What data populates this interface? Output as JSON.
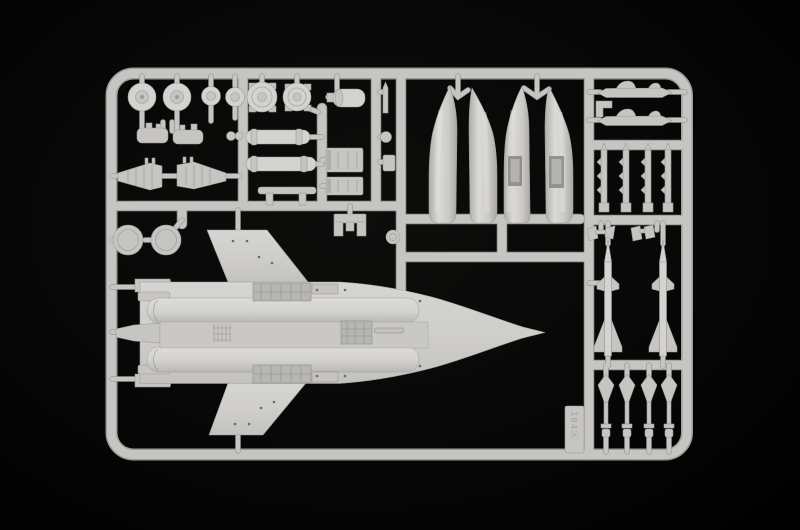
{
  "scene": {
    "description": "Photograph of a light-grey injection-moulded plastic model kit sprue on a black background, containing parts for a twin-engine jet fighter model (lower fuselage with wings, intake ducts, wheels, missiles and pylons).",
    "background": "black"
  },
  "colors": {
    "background": "#060606",
    "plastic": "#c6c5c1",
    "plastic-light": "#d4d3d0",
    "plastic-bright": "#dcdbd8",
    "plastic-dark": "#9d9c99",
    "plastic-deep": "#82817d"
  },
  "sprue": {
    "marking": "184Ⓐ",
    "parts": [
      {
        "name": "main-wheel",
        "count": 2
      },
      {
        "name": "nose-wheel",
        "count": 2
      },
      {
        "name": "domed-cover",
        "count": 2
      },
      {
        "name": "gear-door",
        "count": 2
      },
      {
        "name": "exhaust-nozzle-cone",
        "count": 2
      },
      {
        "name": "round-disc",
        "count": 2
      },
      {
        "name": "cylindrical-store-body",
        "count": 2
      },
      {
        "name": "rectangular-panel",
        "count": 2
      },
      {
        "name": "bench-step-part",
        "count": 1
      },
      {
        "name": "bracket-part",
        "count": 1
      },
      {
        "name": "small-detail-part",
        "count": 4
      },
      {
        "name": "intake-duct-half",
        "count": 4
      },
      {
        "name": "lower-fuselage-with-wings",
        "count": 1
      },
      {
        "name": "underwing-pylon",
        "count": 2
      },
      {
        "name": "missile-launch-rail",
        "count": 4
      },
      {
        "name": "small-clamp",
        "count": 4
      },
      {
        "name": "air-to-air-missile",
        "count": 2
      },
      {
        "name": "missile-fin-section",
        "count": 4
      }
    ]
  }
}
